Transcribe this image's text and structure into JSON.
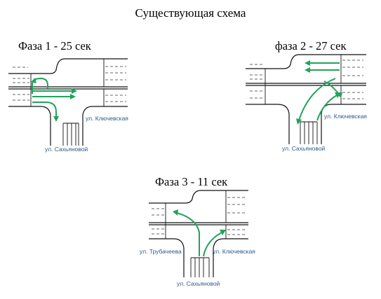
{
  "title": "Существующая схема",
  "phases": [
    {
      "label": "Фаза 1 - 25 сек",
      "streets": [
        "ул. Ключевская",
        "ул. Сахьяновой"
      ]
    },
    {
      "label": "фаза 2 - 27 сек",
      "streets": [
        "ул. Ключевская",
        "ул. Сахьяновой"
      ]
    },
    {
      "label": "Фаза 3 - 11 сек",
      "streets": [
        "ул. Трубачеева",
        "ул. Ключевская",
        "ул. Сахьяновой"
      ]
    }
  ],
  "colors": {
    "arrow": "#21a35a",
    "street_label": "#2b5a8a",
    "road": "#111111"
  }
}
